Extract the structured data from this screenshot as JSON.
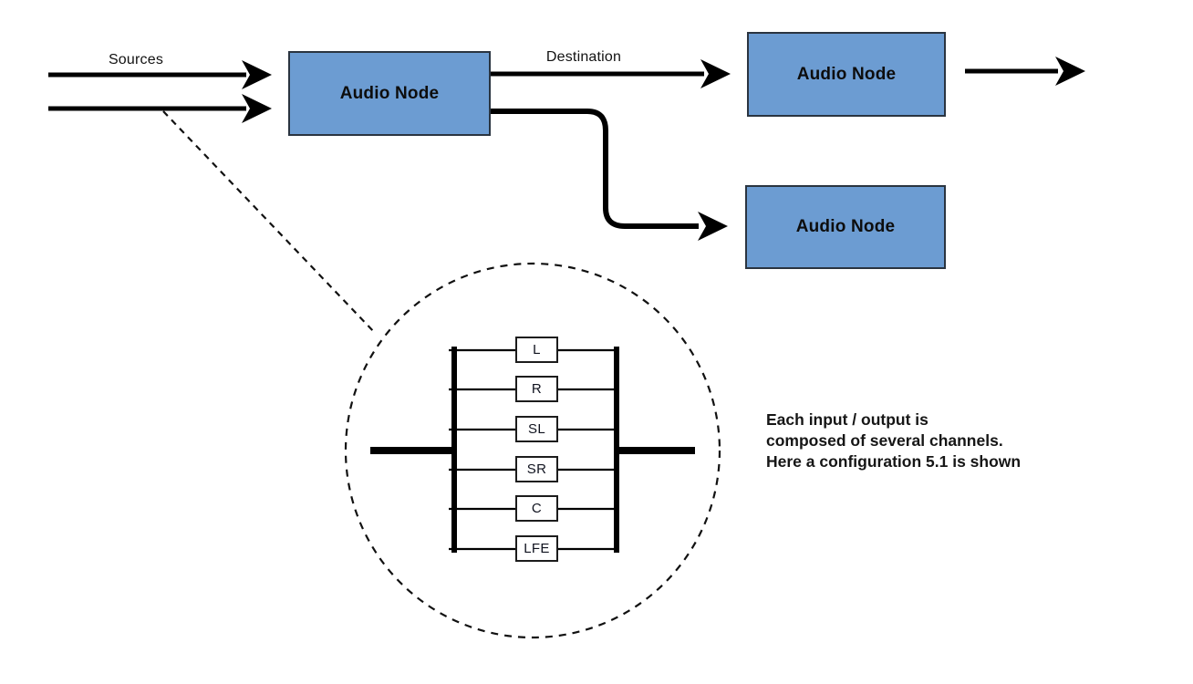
{
  "diagram": {
    "labels": {
      "sources": "Sources",
      "destination": "Destination"
    },
    "nodes": [
      {
        "label": "Audio Node"
      },
      {
        "label": "Audio Node"
      },
      {
        "label": "Audio Node"
      }
    ],
    "channels": {
      "configuration": "5.1",
      "items": [
        {
          "label": "L"
        },
        {
          "label": "R"
        },
        {
          "label": "SL"
        },
        {
          "label": "SR"
        },
        {
          "label": "C"
        },
        {
          "label": "LFE"
        }
      ]
    },
    "annotation": {
      "line1": "Each input / output is",
      "line2": "composed of several channels.",
      "line3": "Here a configuration 5.1 is shown"
    },
    "colors": {
      "node_fill": "#6c9cd2",
      "node_border": "#2a3440",
      "line": "#000000",
      "background": "#ffffff"
    }
  }
}
